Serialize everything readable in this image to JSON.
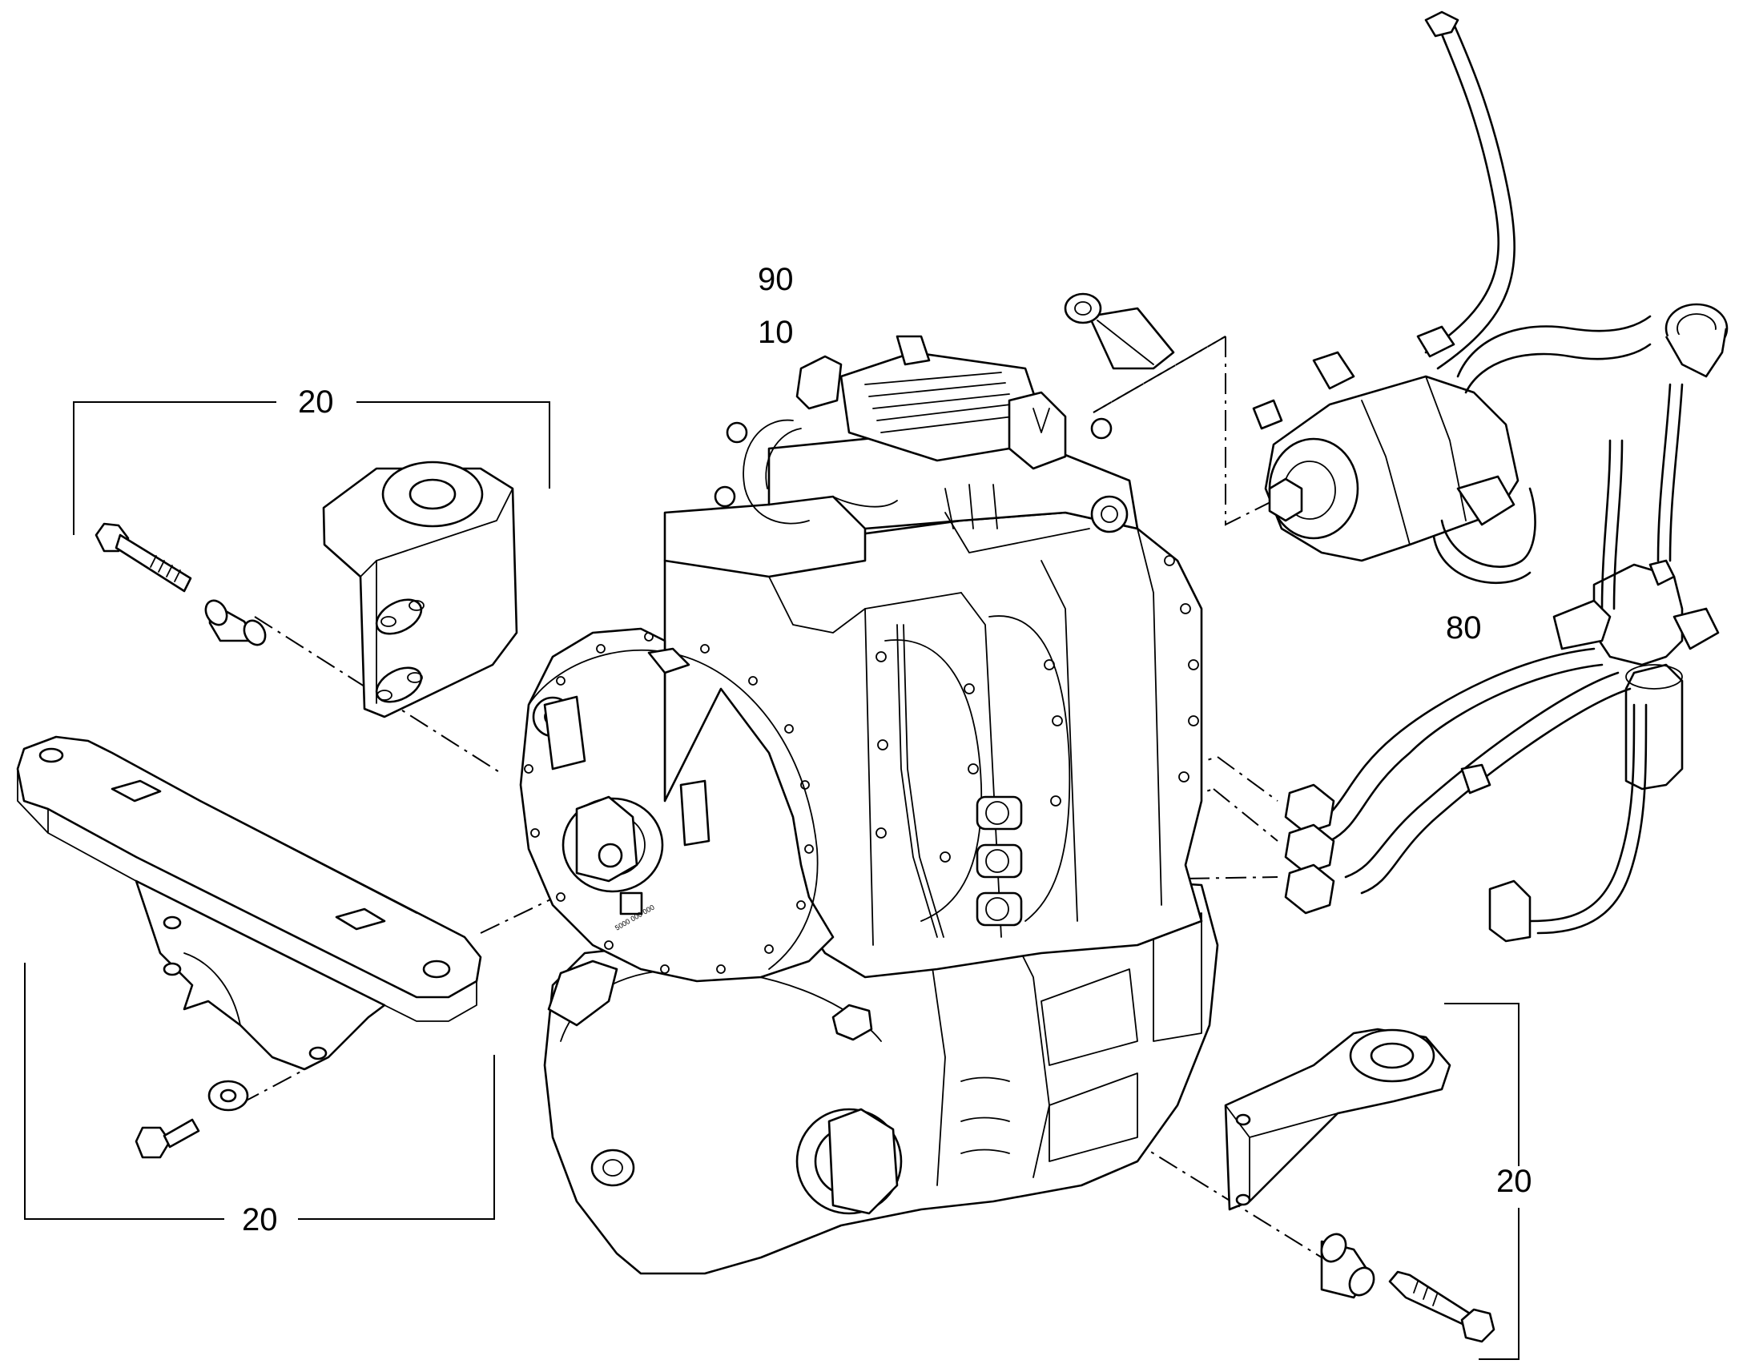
{
  "callouts": {
    "c90": "90",
    "c10": "10",
    "c20_top_left": "20",
    "c20_bottom_left": "20",
    "c20_right": "20",
    "c80": "80"
  },
  "plate_marking": "5000 000 000"
}
